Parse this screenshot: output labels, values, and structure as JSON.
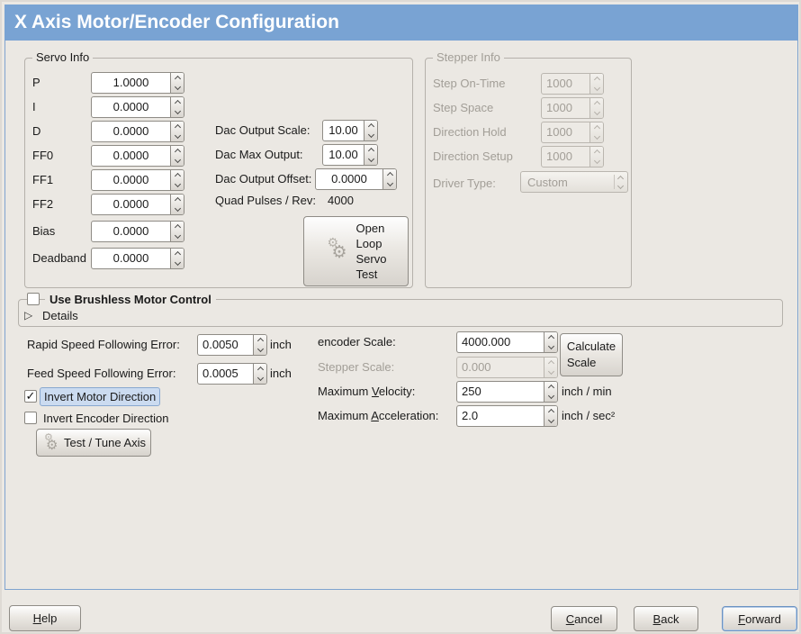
{
  "window": {
    "title": "X Axis Motor/Encoder Configuration"
  },
  "colors": {
    "titlebar": "#79a3d3",
    "frame_blue": "#7fa3cf",
    "highlight": "#cbdbf0"
  },
  "icons": {
    "checkmark": "✓",
    "expander_collapsed": "▷",
    "gear": "⚙"
  },
  "servo": {
    "legend": "Servo Info",
    "rows": [
      {
        "label": "P",
        "value": "1.0000"
      },
      {
        "label": "I",
        "value": "0.0000"
      },
      {
        "label": "D",
        "value": "0.0000"
      },
      {
        "label": "FF0",
        "value": "0.0000"
      },
      {
        "label": "FF1",
        "value": "0.0000"
      },
      {
        "label": "FF2",
        "value": "0.0000"
      },
      {
        "label": "Bias",
        "value": "0.0000"
      },
      {
        "label": "Deadband",
        "value": "0.0000"
      }
    ]
  },
  "dac": {
    "rows": [
      {
        "label": "Dac Output Scale:",
        "value": "10.00"
      },
      {
        "label": "Dac Max Output:",
        "value": "10.00"
      },
      {
        "label": "Dac Output Offset:",
        "value": "0.0000"
      }
    ],
    "quad_label": "Quad Pulses / Rev:",
    "quad_value": "4000",
    "open_loop_lines": [
      "Open",
      "Loop",
      "Servo",
      "Test"
    ]
  },
  "stepper": {
    "legend": "Stepper Info",
    "rows": [
      {
        "label": "Step On-Time",
        "value": "1000"
      },
      {
        "label": "Step Space",
        "value": "1000"
      },
      {
        "label": "Direction Hold",
        "value": "1000"
      },
      {
        "label": "Direction Setup",
        "value": "1000"
      }
    ],
    "driver_label": "Driver Type:",
    "driver_value": "Custom"
  },
  "brushless": {
    "checkbox_label": "Use Brushless Motor Control",
    "details_label": "Details"
  },
  "following_error": {
    "rapid_label": "Rapid Speed Following Error:",
    "rapid_value": "0.0050",
    "rapid_unit": "inch",
    "feed_label": "Feed Speed Following Error:",
    "feed_value": "0.0005",
    "feed_unit": "inch"
  },
  "direction": {
    "invert_motor_label": "Invert Motor Direction",
    "invert_encoder_label": "Invert Encoder Direction",
    "test_tune_label": "Test / Tune Axis"
  },
  "scale": {
    "encoder_label": "encoder Scale:",
    "encoder_value": "4000.000",
    "calculate_lines": [
      "Calculate",
      "Scale"
    ],
    "stepper_label": "Stepper Scale:",
    "stepper_value": "0.000",
    "max_velocity": {
      "pre": "Maximum ",
      "u": "V",
      "post": "elocity:"
    },
    "max_velocity_value": "250",
    "max_velocity_unit": "inch / min",
    "max_accel": {
      "pre": "Maximum ",
      "u": "A",
      "post": "cceleration:"
    },
    "max_accel_value": "2.0",
    "max_accel_unit": "inch / sec²"
  },
  "footer": {
    "help": {
      "u": "H",
      "post": "elp"
    },
    "cancel": {
      "u": "C",
      "post": "ancel"
    },
    "back": {
      "u": "B",
      "post": "ack"
    },
    "forward": {
      "u": "F",
      "post": "orward"
    }
  }
}
